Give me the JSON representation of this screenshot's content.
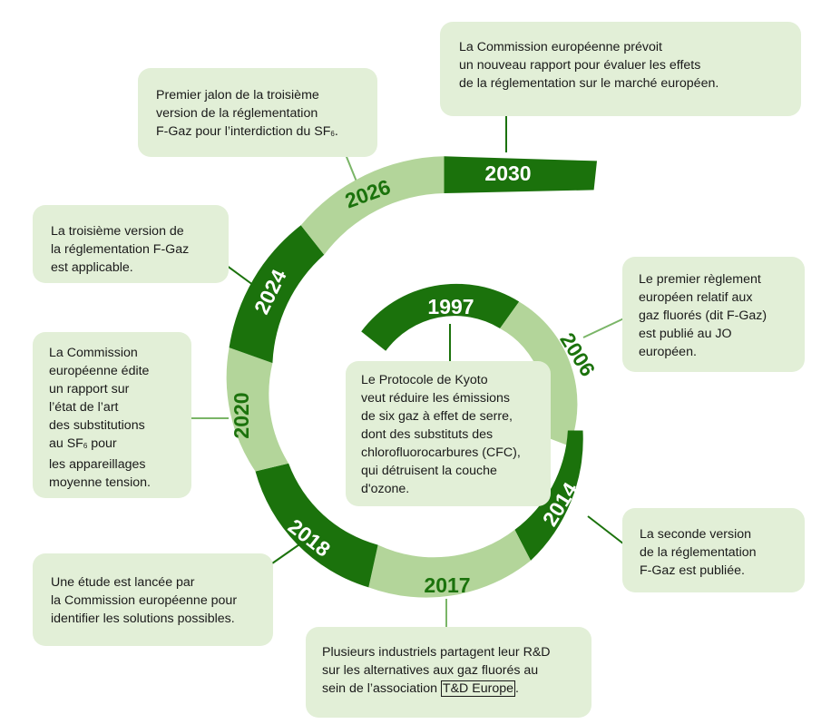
{
  "colors": {
    "dark_green": "#1b720c",
    "light_green": "#b3d59a",
    "box_fill": "#e2efd7",
    "connector": "#1b720c",
    "connector_light": "#7ab567"
  },
  "years": {
    "y1997": "1997",
    "y2006": "2006",
    "y2014": "2014",
    "y2017": "2017",
    "y2018": "2018",
    "y2020": "2020",
    "y2024": "2024",
    "y2026": "2026",
    "y2030": "2030"
  },
  "events": {
    "e1997": {
      "lines": [
        "Le Protocole de Kyoto",
        "veut réduire les émissions",
        "de six gaz à effet de serre,",
        "dont des substituts des",
        "chlorofluorocarbures (CFC),",
        "qui détruisent la couche",
        "d'ozone."
      ]
    },
    "e2006": {
      "lines": [
        "Le premier règlement",
        "européen relatif aux",
        "gaz fluorés (dit F-Gaz)",
        "est publié au JO",
        "européen."
      ]
    },
    "e2014": {
      "lines": [
        "La seconde version",
        "de la réglementation",
        "F-Gaz est publiée."
      ]
    },
    "e2017": {
      "line1": "Plusieurs industriels partagent leur R&D",
      "line2": "sur les alternatives aux gaz fluorés au",
      "line3_prefix": "sein de l’association ",
      "link": "T&D Europe",
      "line3_suffix": "."
    },
    "e2018": {
      "lines": [
        "Une étude est lancée par",
        "la Commission européenne pour",
        "identifier les solutions possibles."
      ]
    },
    "e2020": {
      "lines": [
        "La Commission",
        "européenne édite",
        "un rapport sur",
        "l’état de l’art",
        "des substitutions"
      ],
      "sf6_prefix": "au SF",
      "sf6_sub": "6",
      "sf6_suffix": " pour",
      "tail": [
        "les appareillages",
        "moyenne tension."
      ]
    },
    "e2024": {
      "lines": [
        "La troisième version de",
        "la réglementation F-Gaz",
        "est applicable."
      ]
    },
    "e2026": {
      "lines": [
        "Premier jalon de la troisième",
        "version de la réglementation"
      ],
      "sf6_prefix": "F-Gaz pour l’interdiction du SF",
      "sf6_sub": "6",
      "sf6_suffix": "."
    },
    "e2030": {
      "lines": [
        "La Commission européenne prévoit",
        "un nouveau rapport pour évaluer les effets",
        "de la réglementation sur le marché européen."
      ]
    }
  }
}
